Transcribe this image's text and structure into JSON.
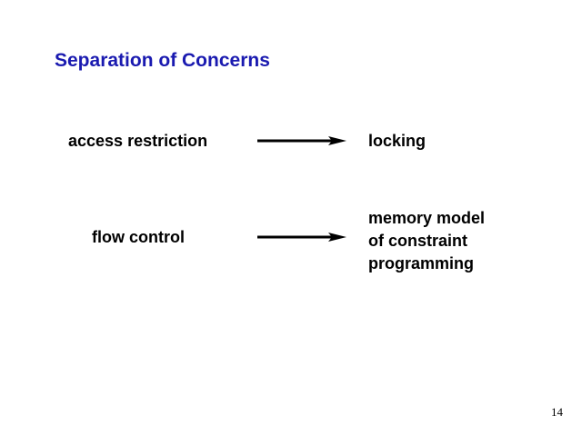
{
  "slide": {
    "title": "Separation of Concerns",
    "page_number": "14",
    "title_color": "#1a1ab0",
    "rows": [
      {
        "left": "access restriction",
        "right_lines": [
          "locking"
        ]
      },
      {
        "left": "flow control",
        "right_lines": [
          "memory model",
          "of constraint",
          "programming"
        ]
      }
    ],
    "arrow_icon": "right-arrow-icon"
  }
}
